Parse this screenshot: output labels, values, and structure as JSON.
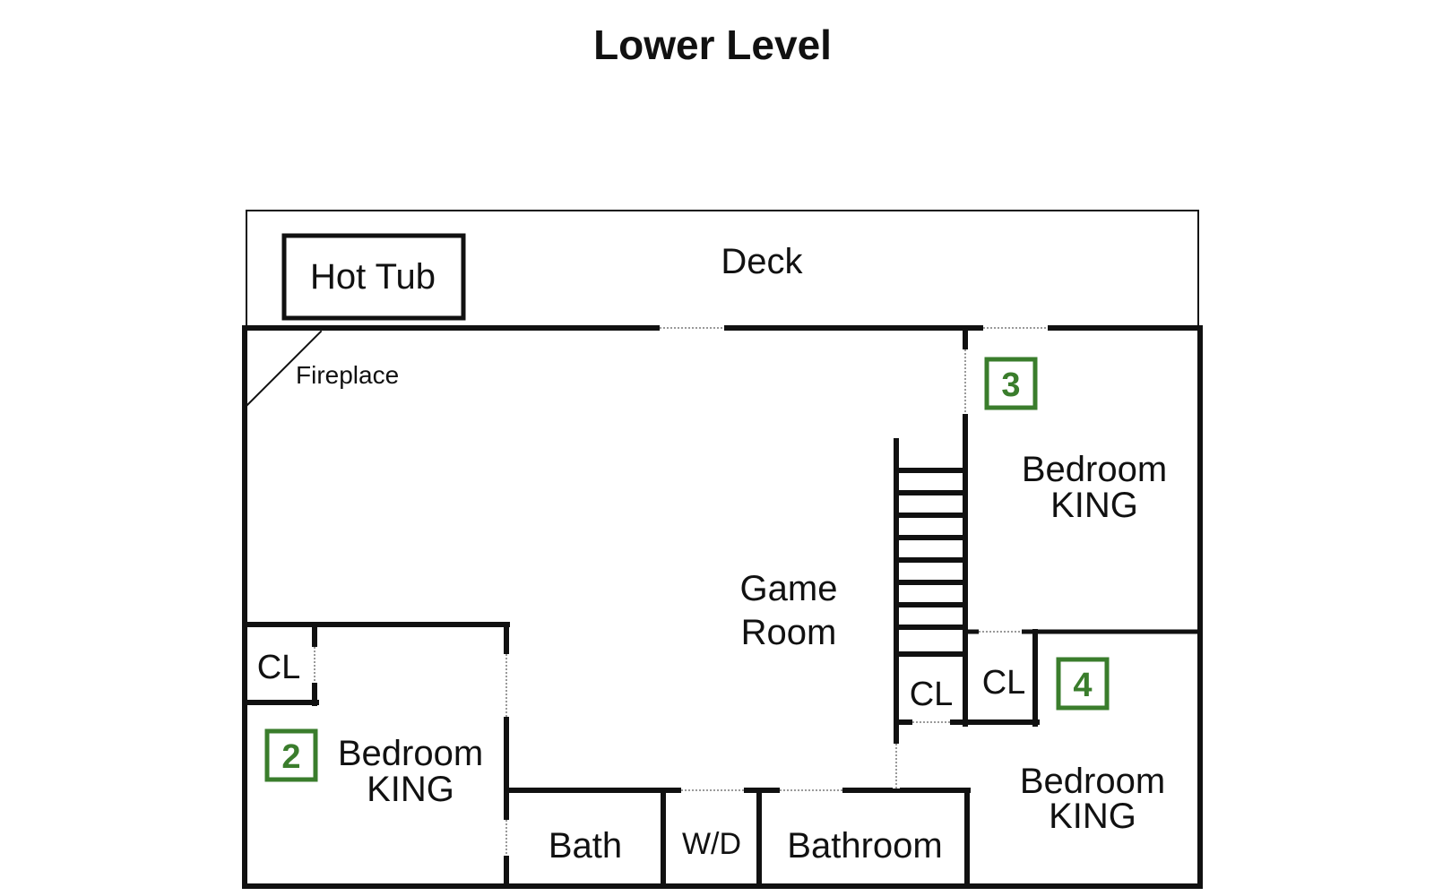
{
  "title": "Lower Level",
  "accent_color": "#3a7d2c",
  "wall_color": "#111111",
  "rooms": {
    "deck": "Deck",
    "hot_tub": "Hot Tub",
    "fireplace": "Fireplace",
    "game_room": [
      "Game",
      "Room"
    ],
    "bedroom_2": {
      "badge": "2",
      "lines": [
        "Bedroom",
        "KING"
      ]
    },
    "bedroom_3": {
      "badge": "3",
      "lines": [
        "Bedroom",
        "KING"
      ]
    },
    "bedroom_4": {
      "badge": "4",
      "lines": [
        "Bedroom",
        "KING"
      ]
    },
    "closet_left": "CL",
    "closet_stair": "CL",
    "closet_right": "CL",
    "bath": "Bath",
    "washer_dryer": "W/D",
    "bathroom": "Bathroom"
  }
}
